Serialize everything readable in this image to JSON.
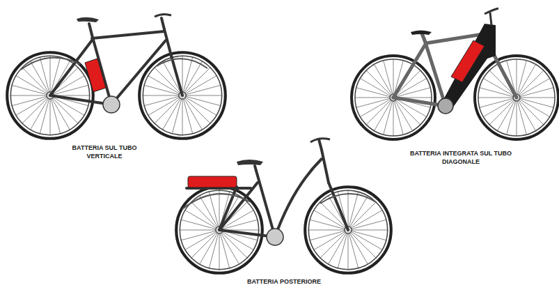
{
  "diagram": {
    "labels": [
      "BATTERIA SUL TUBO VERTICALE",
      "BATTERIA INTEGRATA SUL TUBO DIAGONALE",
      "BATTERIA POSTERIORE"
    ]
  }
}
